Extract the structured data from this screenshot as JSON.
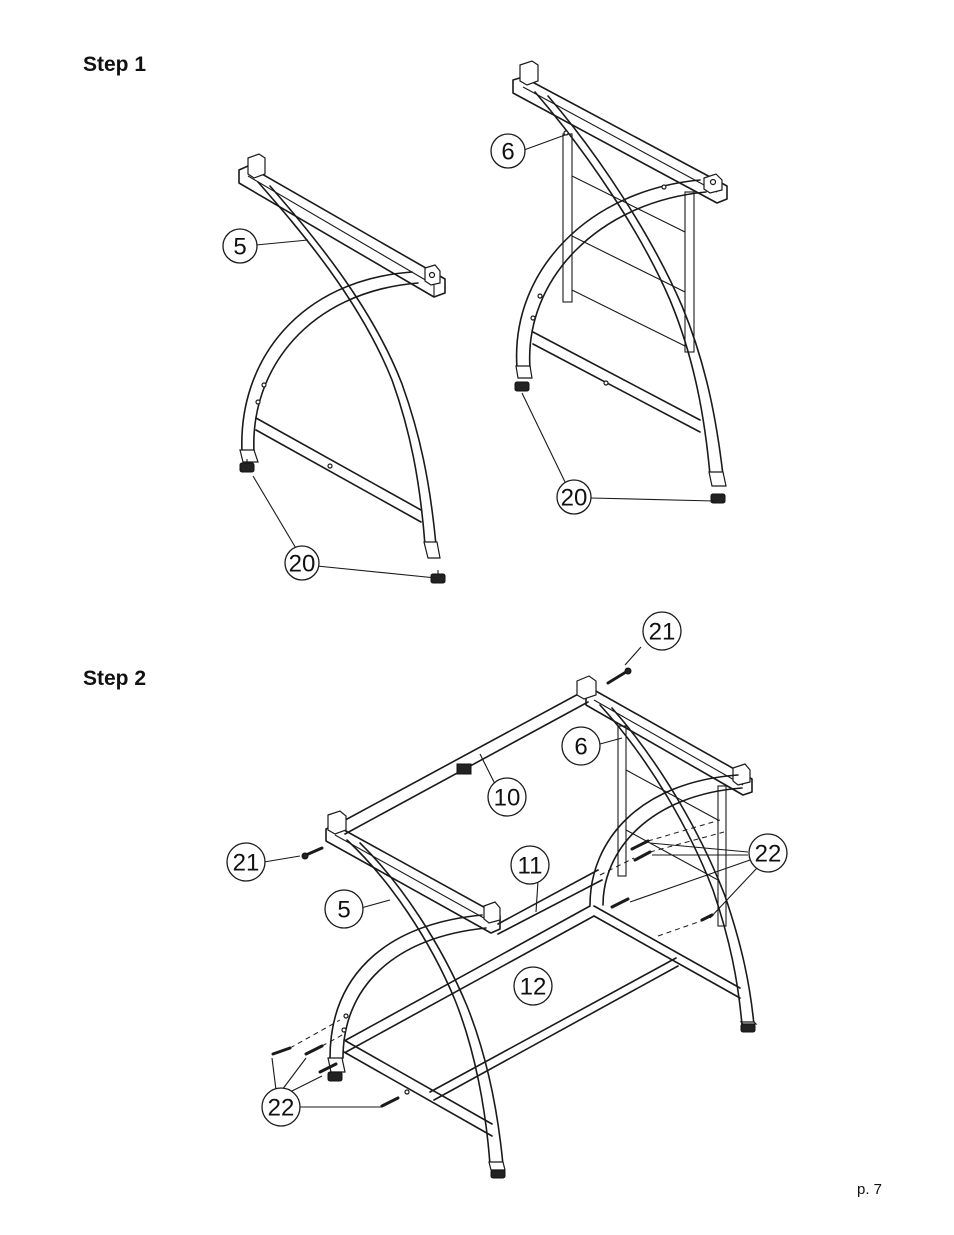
{
  "steps": [
    {
      "label": "Step 1"
    },
    {
      "label": "Step 2"
    }
  ],
  "page_number": "p. 7",
  "callouts": {
    "s1_left_leg": "5",
    "s1_right_leg": "6",
    "s1_left_foot": "20",
    "s1_right_foot": "20",
    "s2_bolt_top": "21",
    "s2_right_leg": "6",
    "s2_back_rail": "10",
    "s2_bolt_left": "21",
    "s2_front_rail": "11",
    "s2_screws_right": "22",
    "s2_left_leg": "5",
    "s2_bottom_bar": "12",
    "s2_screws_left": "22"
  }
}
